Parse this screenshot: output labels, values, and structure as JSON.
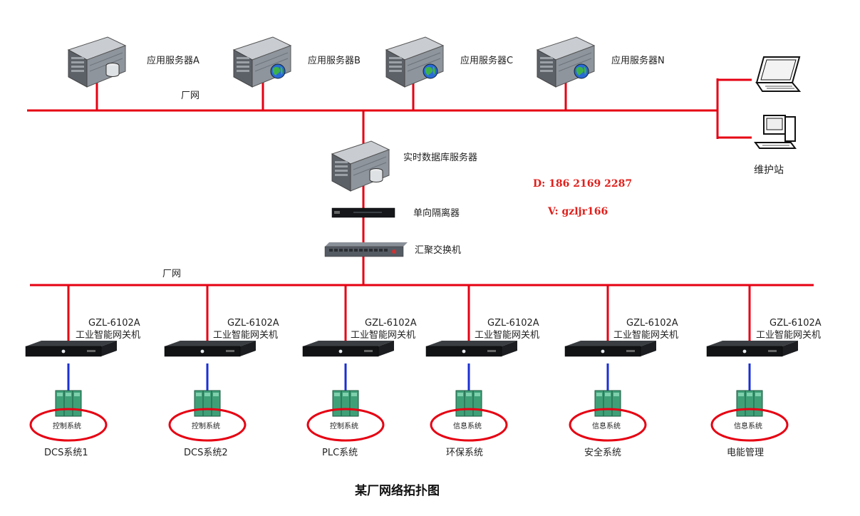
{
  "diagram": {
    "title": "某厂网络拓扑图",
    "app_servers": [
      {
        "label": "应用服务器A",
        "badge": "db"
      },
      {
        "label": "应用服务器B",
        "badge": "globe"
      },
      {
        "label": "应用服务器C",
        "badge": "globe"
      },
      {
        "label": "应用服务器N",
        "badge": "globe"
      }
    ],
    "top_net_label": "厂网",
    "bottom_net_label": "厂网",
    "maintenance_label": "维护站",
    "realtime_db_server": "实时数据库服务器",
    "isolator": "单向隔离器",
    "switch": "汇聚交换机",
    "contact": {
      "phone": "D: 186 2169 2287",
      "wechat": "V: gzljr166"
    },
    "gateways": [
      {
        "model": "GZL-6102A",
        "name": "工业智能网关机",
        "ellipse": "控制系统",
        "system": "DCS系统1"
      },
      {
        "model": "GZL-6102A",
        "name": "工业智能网关机",
        "ellipse": "控制系统",
        "system": "DCS系统2"
      },
      {
        "model": "GZL-6102A",
        "name": "工业智能网关机",
        "ellipse": "控制系统",
        "system": "PLC系统"
      },
      {
        "model": "GZL-6102A",
        "name": "工业智能网关机",
        "ellipse": "信息系统",
        "system": "环保系统"
      },
      {
        "model": "GZL-6102A",
        "name": "工业智能网关机",
        "ellipse": "信息系统",
        "system": "安全系统"
      },
      {
        "model": "GZL-6102A",
        "name": "工业智能网关机",
        "ellipse": "信息系统",
        "system": "电能管理"
      }
    ],
    "colors": {
      "network_line": "#e60012",
      "link_line": "#1a2fd6",
      "ellipse": "#e60012",
      "contact": "#e0201c"
    }
  }
}
